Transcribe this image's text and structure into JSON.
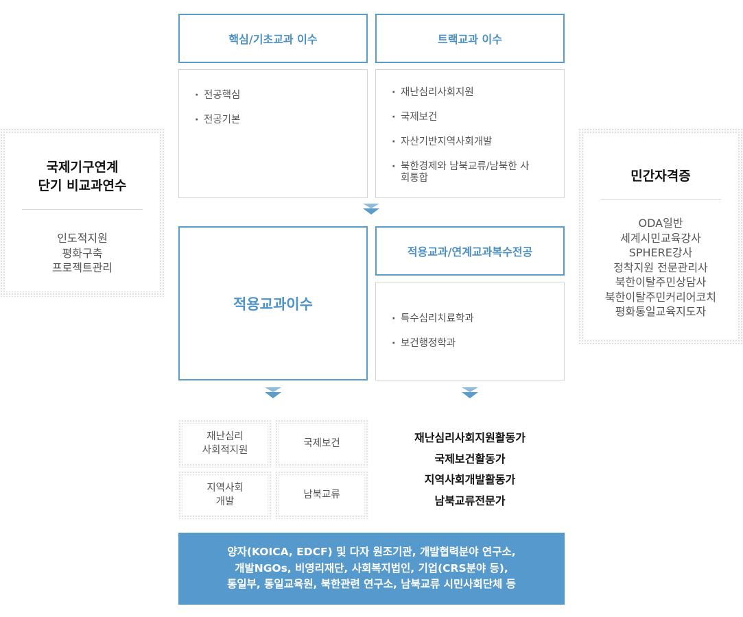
{
  "left_panel": {
    "title_lines": [
      "국제기구연계",
      "단기 비교과연수"
    ],
    "items": [
      "인도적지원",
      "평화구축",
      "프로젝트관리"
    ]
  },
  "right_panel": {
    "title": "민간자격증",
    "items": [
      "ODA일반",
      "세계시민교육강사",
      "SPHERE강사",
      "정착지원 전문관리사",
      "북한이탈주민상담사",
      "북한이탈주민커리어코치",
      "평화통일교육지도자"
    ]
  },
  "core": {
    "header": "핵심/기초교과 이수",
    "items": [
      "전공핵심",
      "전공기본"
    ]
  },
  "track": {
    "header": "트랙교과 이수",
    "items": [
      "재난심리사회지원",
      "국제보건",
      "자산기반지역사회개발",
      "북한경제와 남북교류/남북한 사회통합"
    ]
  },
  "applied": {
    "header": "적용교과이수"
  },
  "linked": {
    "header": "적용교과/연계교과복수전공",
    "items": [
      "특수심리치료학과",
      "보건행정학과"
    ]
  },
  "tiles": [
    {
      "lines": [
        "재난심리",
        "사회적지원"
      ]
    },
    {
      "lines": [
        "국제보건"
      ]
    },
    {
      "lines": [
        "지역사회",
        "개발"
      ]
    },
    {
      "lines": [
        "남북교류"
      ]
    }
  ],
  "careers": [
    "재난심리사회지원활동가",
    "국제보건활동가",
    "지역사회개발활동가",
    "남북교류전문가"
  ],
  "bottom": {
    "lines": [
      "양자(KOICA, EDCF) 및 다자 원조기관, 개발협력분야 연구소,",
      "개발NGOs, 비영리재단, 사회복지법인, 기업(CRS분야 등),",
      "통일부, 통일교육원, 북한관련 연구소, 남북교류 시민사회단체 등"
    ]
  },
  "colors": {
    "accent_blue": "#5699cc",
    "header_text_blue": "#4b8fc3",
    "arrow_blue": "#5b9cc9"
  }
}
